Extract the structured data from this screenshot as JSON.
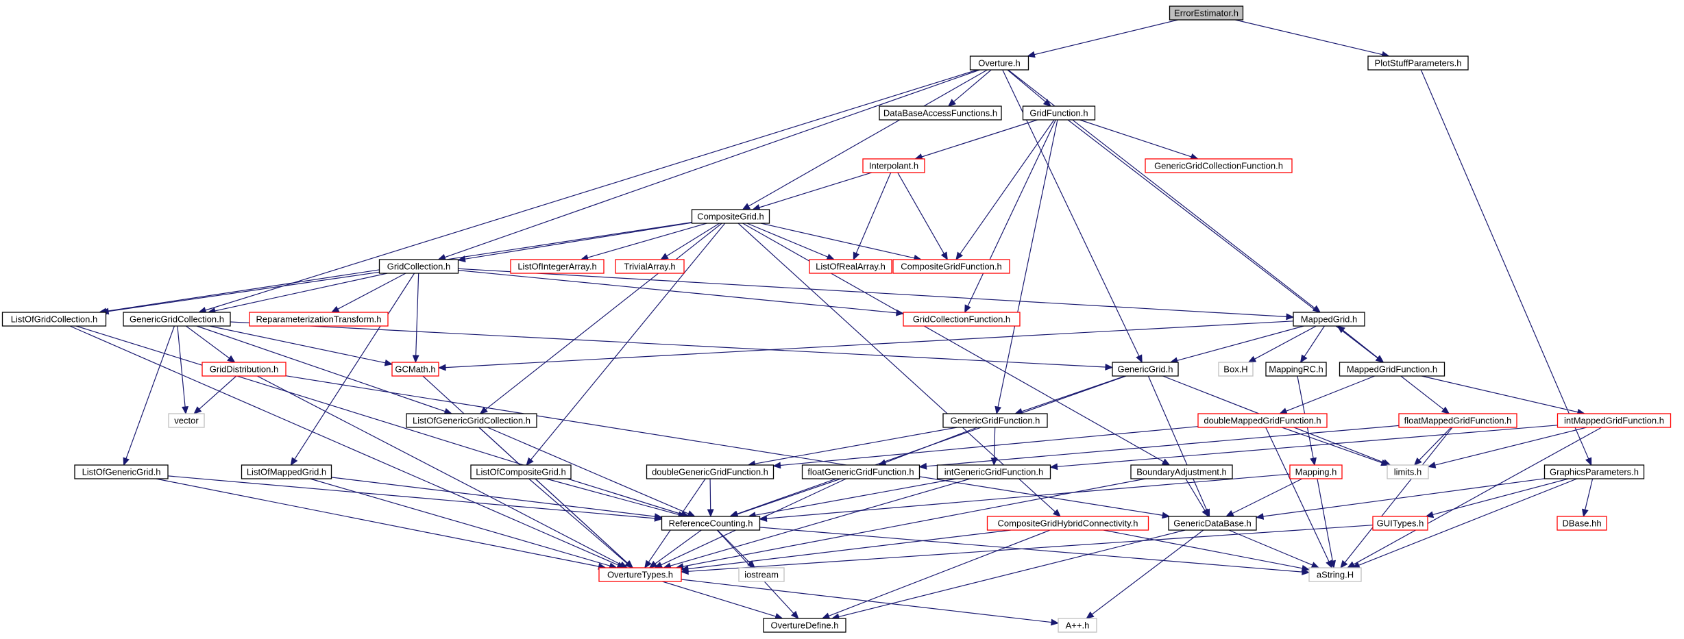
{
  "colors": {
    "edge": "#191970",
    "normal_border": "#000000",
    "red_border": "#ff0000",
    "grey_border": "#bfbfbf",
    "root_fill": "#bfbfbf"
  },
  "nodes": [
    {
      "id": "ErrorEstimator",
      "label": "ErrorEstimator.h",
      "style": "root"
    },
    {
      "id": "Overture",
      "label": "Overture.h",
      "style": "normal"
    },
    {
      "id": "PlotStuffParameters",
      "label": "PlotStuffParameters.h",
      "style": "normal"
    },
    {
      "id": "DataBaseAccessFunctions",
      "label": "DataBaseAccessFunctions.h",
      "style": "normal"
    },
    {
      "id": "GridFunction",
      "label": "GridFunction.h",
      "style": "normal"
    },
    {
      "id": "GenericGridCollectionFunction",
      "label": "GenericGridCollectionFunction.h",
      "style": "red"
    },
    {
      "id": "Interpolant",
      "label": "Interpolant.h",
      "style": "red"
    },
    {
      "id": "CompositeGrid",
      "label": "CompositeGrid.h",
      "style": "normal"
    },
    {
      "id": "GridCollection",
      "label": "GridCollection.h",
      "style": "normal"
    },
    {
      "id": "ListOfIntegerArray",
      "label": "ListOfIntegerArray.h",
      "style": "red"
    },
    {
      "id": "TrivialArray",
      "label": "TrivialArray.h",
      "style": "red"
    },
    {
      "id": "ListOfRealArray",
      "label": "ListOfRealArray.h",
      "style": "red"
    },
    {
      "id": "CompositeGridFunction",
      "label": "CompositeGridFunction.h",
      "style": "red"
    },
    {
      "id": "ListOfGridCollection",
      "label": "ListOfGridCollection.h",
      "style": "normal"
    },
    {
      "id": "GenericGridCollection",
      "label": "GenericGridCollection.h",
      "style": "normal"
    },
    {
      "id": "ReparameterizationTransform",
      "label": "ReparameterizationTransform.h",
      "style": "red"
    },
    {
      "id": "GridCollectionFunction",
      "label": "GridCollectionFunction.h",
      "style": "red"
    },
    {
      "id": "MappedGrid",
      "label": "MappedGrid.h",
      "style": "normal"
    },
    {
      "id": "GridDistribution",
      "label": "GridDistribution.h",
      "style": "red"
    },
    {
      "id": "GCMath",
      "label": "GCMath.h",
      "style": "red"
    },
    {
      "id": "GenericGrid",
      "label": "GenericGrid.h",
      "style": "normal"
    },
    {
      "id": "BoxH",
      "label": "Box.H",
      "style": "grey"
    },
    {
      "id": "MappingRC",
      "label": "MappingRC.h",
      "style": "normal"
    },
    {
      "id": "MappedGridFunction",
      "label": "MappedGridFunction.h",
      "style": "normal"
    },
    {
      "id": "vector",
      "label": "vector",
      "style": "grey"
    },
    {
      "id": "ListOfGenericGridCollection",
      "label": "ListOfGenericGridCollection.h",
      "style": "normal"
    },
    {
      "id": "GenericGridFunction",
      "label": "GenericGridFunction.h",
      "style": "normal"
    },
    {
      "id": "doubleMappedGridFunction",
      "label": "doubleMappedGridFunction.h",
      "style": "red"
    },
    {
      "id": "floatMappedGridFunction",
      "label": "floatMappedGridFunction.h",
      "style": "red"
    },
    {
      "id": "intMappedGridFunction",
      "label": "intMappedGridFunction.h",
      "style": "red"
    },
    {
      "id": "ListOfGenericGrid",
      "label": "ListOfGenericGrid.h",
      "style": "normal"
    },
    {
      "id": "ListOfMappedGrid",
      "label": "ListOfMappedGrid.h",
      "style": "normal"
    },
    {
      "id": "ListOfCompositeGrid",
      "label": "ListOfCompositeGrid.h",
      "style": "normal"
    },
    {
      "id": "doubleGenericGridFunction",
      "label": "doubleGenericGridFunction.h",
      "style": "normal"
    },
    {
      "id": "floatGenericGridFunction",
      "label": "floatGenericGridFunction.h",
      "style": "normal"
    },
    {
      "id": "intGenericGridFunction",
      "label": "intGenericGridFunction.h",
      "style": "normal"
    },
    {
      "id": "BoundaryAdjustment",
      "label": "BoundaryAdjustment.h",
      "style": "normal"
    },
    {
      "id": "Mapping",
      "label": "Mapping.h",
      "style": "red"
    },
    {
      "id": "limits",
      "label": "limits.h",
      "style": "grey"
    },
    {
      "id": "GraphicsParameters",
      "label": "GraphicsParameters.h",
      "style": "normal"
    },
    {
      "id": "ReferenceCounting",
      "label": "ReferenceCounting.h",
      "style": "normal"
    },
    {
      "id": "CompositeGridHybridConnectivity",
      "label": "CompositeGridHybridConnectivity.h",
      "style": "red"
    },
    {
      "id": "GenericDataBase",
      "label": "GenericDataBase.h",
      "style": "normal"
    },
    {
      "id": "GUITypes",
      "label": "GUITypes.h",
      "style": "red"
    },
    {
      "id": "DBase",
      "label": "DBase.hh",
      "style": "red"
    },
    {
      "id": "OvertureTypes",
      "label": "OvertureTypes.h",
      "style": "red"
    },
    {
      "id": "iostream",
      "label": "iostream",
      "style": "grey"
    },
    {
      "id": "aString",
      "label": "aString.H",
      "style": "grey"
    },
    {
      "id": "OvertureDefine",
      "label": "OvertureDefine.h",
      "style": "normal"
    },
    {
      "id": "Aplusplus",
      "label": "A++.h",
      "style": "grey"
    }
  ],
  "edges": [
    [
      "ErrorEstimator",
      "Overture"
    ],
    [
      "ErrorEstimator",
      "PlotStuffParameters"
    ],
    [
      "PlotStuffParameters",
      "GraphicsParameters"
    ],
    [
      "Overture",
      "DataBaseAccessFunctions"
    ],
    [
      "Overture",
      "GridFunction"
    ],
    [
      "Overture",
      "CompositeGrid"
    ],
    [
      "Overture",
      "GridCollection"
    ],
    [
      "Overture",
      "GenericGridCollection"
    ],
    [
      "Overture",
      "MappedGrid"
    ],
    [
      "Overture",
      "GenericGrid"
    ],
    [
      "GridFunction",
      "Interpolant"
    ],
    [
      "GridFunction",
      "GenericGridCollectionFunction"
    ],
    [
      "GridFunction",
      "CompositeGridFunction"
    ],
    [
      "GridFunction",
      "GridCollectionFunction"
    ],
    [
      "GridFunction",
      "MappedGridFunction"
    ],
    [
      "GridFunction",
      "GenericGridFunction"
    ],
    [
      "Interpolant",
      "CompositeGrid"
    ],
    [
      "Interpolant",
      "ListOfRealArray"
    ],
    [
      "Interpolant",
      "CompositeGridFunction"
    ],
    [
      "CompositeGrid",
      "GridCollection"
    ],
    [
      "CompositeGrid",
      "ListOfIntegerArray"
    ],
    [
      "CompositeGrid",
      "TrivialArray"
    ],
    [
      "CompositeGrid",
      "ListOfRealArray"
    ],
    [
      "CompositeGrid",
      "CompositeGridFunction"
    ],
    [
      "CompositeGrid",
      "ListOfGridCollection"
    ],
    [
      "CompositeGrid",
      "ListOfGenericGridCollection"
    ],
    [
      "CompositeGrid",
      "ListOfCompositeGrid"
    ],
    [
      "CompositeGrid",
      "CompositeGridHybridConnectivity"
    ],
    [
      "CompositeGrid",
      "BoundaryAdjustment"
    ],
    [
      "GridCollection",
      "ListOfGridCollection"
    ],
    [
      "GridCollection",
      "GenericGridCollection"
    ],
    [
      "GridCollection",
      "ReparameterizationTransform"
    ],
    [
      "GridCollection",
      "GridCollectionFunction"
    ],
    [
      "GridCollection",
      "MappedGrid"
    ],
    [
      "GridCollection",
      "GCMath"
    ],
    [
      "GridCollection",
      "ListOfMappedGrid"
    ],
    [
      "GenericGridCollection",
      "GridDistribution"
    ],
    [
      "GenericGridCollection",
      "GCMath"
    ],
    [
      "GenericGridCollection",
      "vector"
    ],
    [
      "GenericGridCollection",
      "ListOfGenericGrid"
    ],
    [
      "GenericGridCollection",
      "ListOfGenericGridCollection"
    ],
    [
      "GenericGridCollection",
      "GenericGrid"
    ],
    [
      "ListOfGridCollection",
      "ReferenceCounting"
    ],
    [
      "ListOfGridCollection",
      "OvertureTypes"
    ],
    [
      "MappedGrid",
      "GCMath"
    ],
    [
      "MappedGrid",
      "GenericGrid"
    ],
    [
      "MappedGrid",
      "BoxH"
    ],
    [
      "MappedGrid",
      "MappingRC"
    ],
    [
      "MappedGrid",
      "MappedGridFunction"
    ],
    [
      "MappedGridFunction",
      "MappedGrid"
    ],
    [
      "MappedGridFunction",
      "doubleMappedGridFunction"
    ],
    [
      "MappedGridFunction",
      "floatMappedGridFunction"
    ],
    [
      "MappedGridFunction",
      "intMappedGridFunction"
    ],
    [
      "GridDistribution",
      "vector"
    ],
    [
      "GridDistribution",
      "OvertureTypes"
    ],
    [
      "GridDistribution",
      "GenericDataBase"
    ],
    [
      "GCMath",
      "OvertureTypes"
    ],
    [
      "GenericGrid",
      "GenericGridFunction"
    ],
    [
      "GenericGrid",
      "ReferenceCounting"
    ],
    [
      "GenericGrid",
      "GenericDataBase"
    ],
    [
      "GenericGrid",
      "limits"
    ],
    [
      "MappingRC",
      "Mapping"
    ],
    [
      "ListOfGenericGridCollection",
      "ReferenceCounting"
    ],
    [
      "ListOfGenericGridCollection",
      "OvertureTypes"
    ],
    [
      "GenericGridFunction",
      "doubleGenericGridFunction"
    ],
    [
      "GenericGridFunction",
      "floatGenericGridFunction"
    ],
    [
      "GenericGridFunction",
      "intGenericGridFunction"
    ],
    [
      "doubleMappedGridFunction",
      "doubleGenericGridFunction"
    ],
    [
      "doubleMappedGridFunction",
      "limits"
    ],
    [
      "doubleMappedGridFunction",
      "aString"
    ],
    [
      "floatMappedGridFunction",
      "floatGenericGridFunction"
    ],
    [
      "floatMappedGridFunction",
      "limits"
    ],
    [
      "floatMappedGridFunction",
      "aString"
    ],
    [
      "intMappedGridFunction",
      "intGenericGridFunction"
    ],
    [
      "intMappedGridFunction",
      "limits"
    ],
    [
      "intMappedGridFunction",
      "aString"
    ],
    [
      "ListOfGenericGrid",
      "ReferenceCounting"
    ],
    [
      "ListOfGenericGrid",
      "OvertureTypes"
    ],
    [
      "ListOfMappedGrid",
      "ReferenceCounting"
    ],
    [
      "ListOfMappedGrid",
      "OvertureTypes"
    ],
    [
      "ListOfCompositeGrid",
      "ReferenceCounting"
    ],
    [
      "ListOfCompositeGrid",
      "OvertureTypes"
    ],
    [
      "doubleGenericGridFunction",
      "ReferenceCounting"
    ],
    [
      "doubleGenericGridFunction",
      "OvertureTypes"
    ],
    [
      "floatGenericGridFunction",
      "ReferenceCounting"
    ],
    [
      "floatGenericGridFunction",
      "OvertureTypes"
    ],
    [
      "intGenericGridFunction",
      "ReferenceCounting"
    ],
    [
      "intGenericGridFunction",
      "OvertureTypes"
    ],
    [
      "BoundaryAdjustment",
      "GenericDataBase"
    ],
    [
      "BoundaryAdjustment",
      "OvertureTypes"
    ],
    [
      "Mapping",
      "ReferenceCounting"
    ],
    [
      "Mapping",
      "GenericDataBase"
    ],
    [
      "Mapping",
      "aString"
    ],
    [
      "GraphicsParameters",
      "GenericDataBase"
    ],
    [
      "GraphicsParameters",
      "GUITypes"
    ],
    [
      "GraphicsParameters",
      "DBase"
    ],
    [
      "GraphicsParameters",
      "aString"
    ],
    [
      "ReferenceCounting",
      "OvertureTypes"
    ],
    [
      "ReferenceCounting",
      "iostream"
    ],
    [
      "ReferenceCounting",
      "aString"
    ],
    [
      "ReferenceCounting",
      "OvertureDefine"
    ],
    [
      "CompositeGridHybridConnectivity",
      "OvertureTypes"
    ],
    [
      "CompositeGridHybridConnectivity",
      "OvertureDefine"
    ],
    [
      "CompositeGridHybridConnectivity",
      "aString"
    ],
    [
      "GenericDataBase",
      "aString"
    ],
    [
      "GenericDataBase",
      "OvertureDefine"
    ],
    [
      "GenericDataBase",
      "Aplusplus"
    ],
    [
      "GUITypes",
      "OvertureTypes"
    ],
    [
      "OvertureTypes",
      "OvertureDefine"
    ],
    [
      "OvertureTypes",
      "Aplusplus"
    ]
  ]
}
